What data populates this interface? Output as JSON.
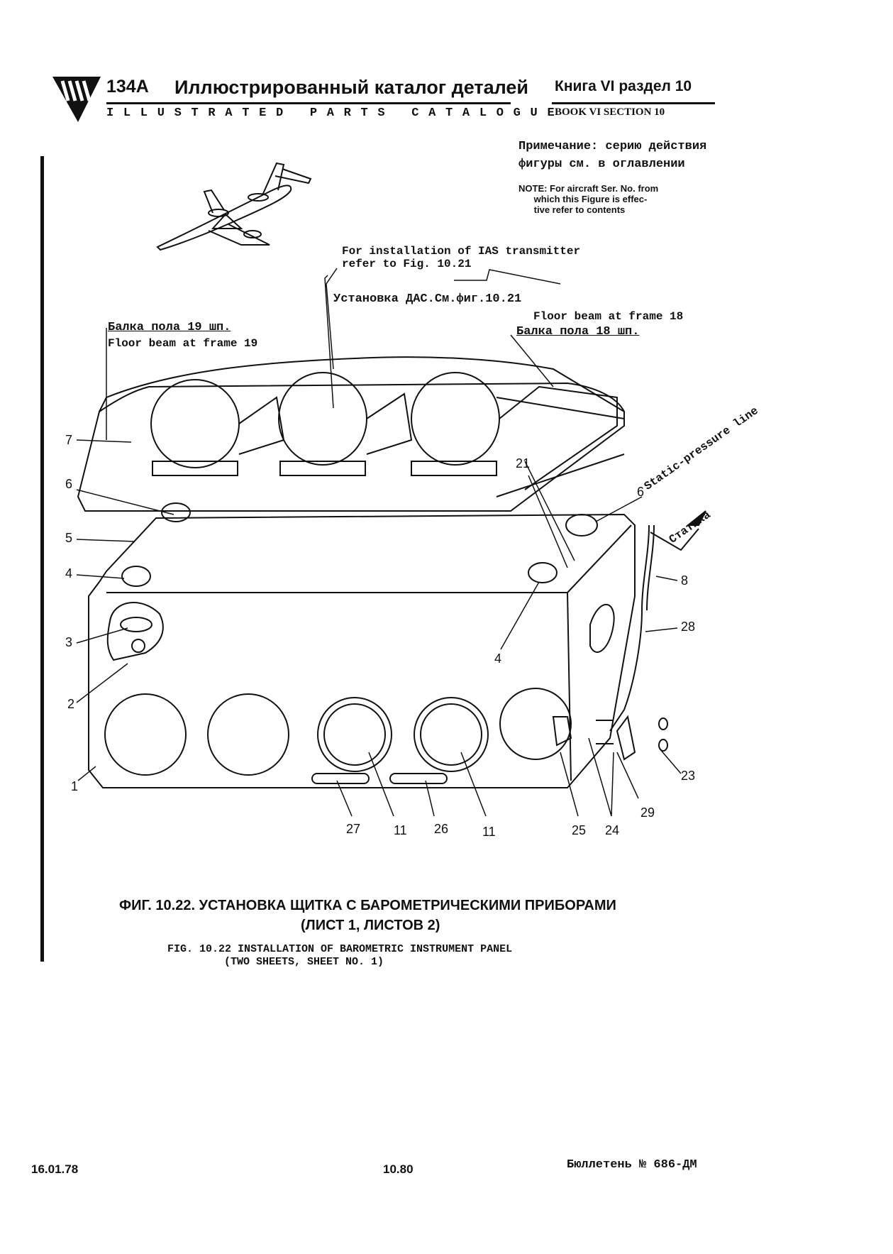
{
  "header": {
    "model": "134A",
    "title_ru": "Иллюстрированный каталог деталей",
    "title_en": "ILLUSTRATED PARTS CATALOGUE",
    "book_ru": "Книга VI раздел 10",
    "book_en": "BOOK VI SECTION 10"
  },
  "note": {
    "ru_line1": "Примечание: серию действия",
    "ru_line2": "фигуры см. в оглавлении",
    "en": "NOTE: For aircraft Ser. No. from\n      which this Figure is effec-\n      tive refer to contents"
  },
  "diagram": {
    "labels": {
      "ias_en_1": "For installation of IAS transmitter",
      "ias_en_2": "refer to Fig. 10.21",
      "ias_ru": "Установка ДАС.См.фиг.10.21",
      "beam18_en": "Floor beam at frame 18",
      "beam18_ru": "Балка пола 18 шп.",
      "beam19_ru": "Балка пола 19 шп.",
      "beam19_en": "Floor beam at frame 19",
      "static_en": "Static-pressure line",
      "static_ru": "Статика"
    },
    "callouts": [
      "7",
      "6",
      "5",
      "4",
      "3",
      "2",
      "1",
      "21",
      "6",
      "4",
      "8",
      "28",
      "23",
      "29",
      "24",
      "25",
      "11",
      "26",
      "11",
      "27"
    ]
  },
  "caption": {
    "ru_line1": "ФИГ. 10.22. УСТАНОВКА ЩИТКА С БАРОМЕТРИЧЕСКИМИ ПРИБОРАМИ",
    "ru_line2": "(ЛИСТ 1, ЛИСТОВ 2)",
    "en_line1": "FIG. 10.22 INSTALLATION OF BAROMETRIC INSTRUMENT PANEL",
    "en_line2": "(TWO SHEETS, SHEET NO. 1)"
  },
  "footer": {
    "date": "16.01.78",
    "page": "10.80",
    "bulletin": "Бюллетень № 686-ДМ"
  }
}
